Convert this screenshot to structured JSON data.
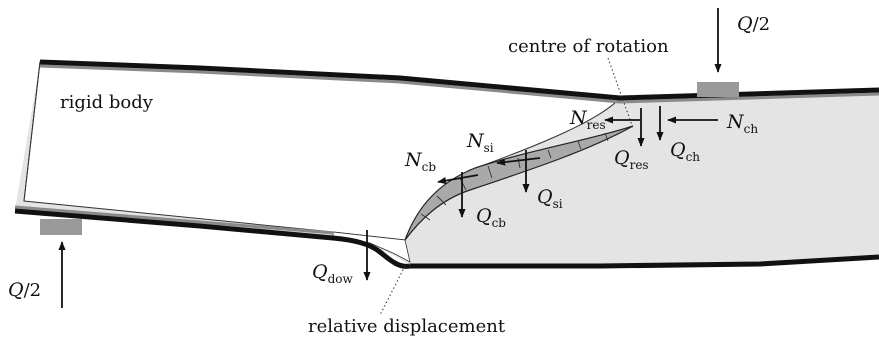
{
  "labels": {
    "rigid_body": "rigid body",
    "centre_of_rotation": "centre of rotation",
    "relative_displacement": "relative displacement"
  },
  "loads": {
    "top": {
      "main": "Q",
      "rest": "/2"
    },
    "left": {
      "main": "Q",
      "rest": "/2"
    }
  },
  "forces": {
    "N_res": {
      "main": "N",
      "sub": "res"
    },
    "N_ch": {
      "main": "N",
      "sub": "ch"
    },
    "Q_res": {
      "main": "Q",
      "sub": "res"
    },
    "Q_ch": {
      "main": "Q",
      "sub": "ch"
    },
    "N_si": {
      "main": "N",
      "sub": "si"
    },
    "N_cb": {
      "main": "N",
      "sub": "cb"
    },
    "Q_si": {
      "main": "Q",
      "sub": "si"
    },
    "Q_cb": {
      "main": "Q",
      "sub": "cb"
    },
    "Q_dow": {
      "main": "Q",
      "sub": "dow"
    }
  },
  "colors": {
    "beam_fill": "#e4e4e4",
    "crack_fill": "#a9a9a9",
    "support_pad": "#9a9a9a",
    "outline": "#111111"
  }
}
